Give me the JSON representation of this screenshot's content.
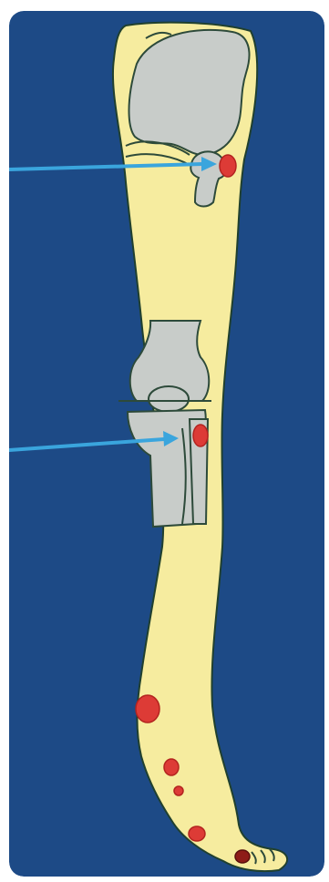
{
  "colors": {
    "background": "#1d4a86",
    "leg_fill": "#f6ec9f",
    "leg_outline": "#20402e",
    "bone_fill": "#c8ccc9",
    "bone_outline": "#2d4a3a",
    "lesion": "#dd3b36",
    "lesion_outline": "#b3231f",
    "arrow": "#3aa5dd",
    "page": "#ffffff"
  },
  "elements": {
    "hip_joint": "hip-joint-icon",
    "knee_joint": "knee-joint-icon",
    "lesions": [
      "hip-lesion",
      "knee-lesion",
      "shin-lesion",
      "ankle-lesion",
      "foot-lesion",
      "toe-lesion",
      "toe-tip-lesion"
    ],
    "arrows": [
      "arrow-to-hip",
      "arrow-to-knee"
    ]
  }
}
